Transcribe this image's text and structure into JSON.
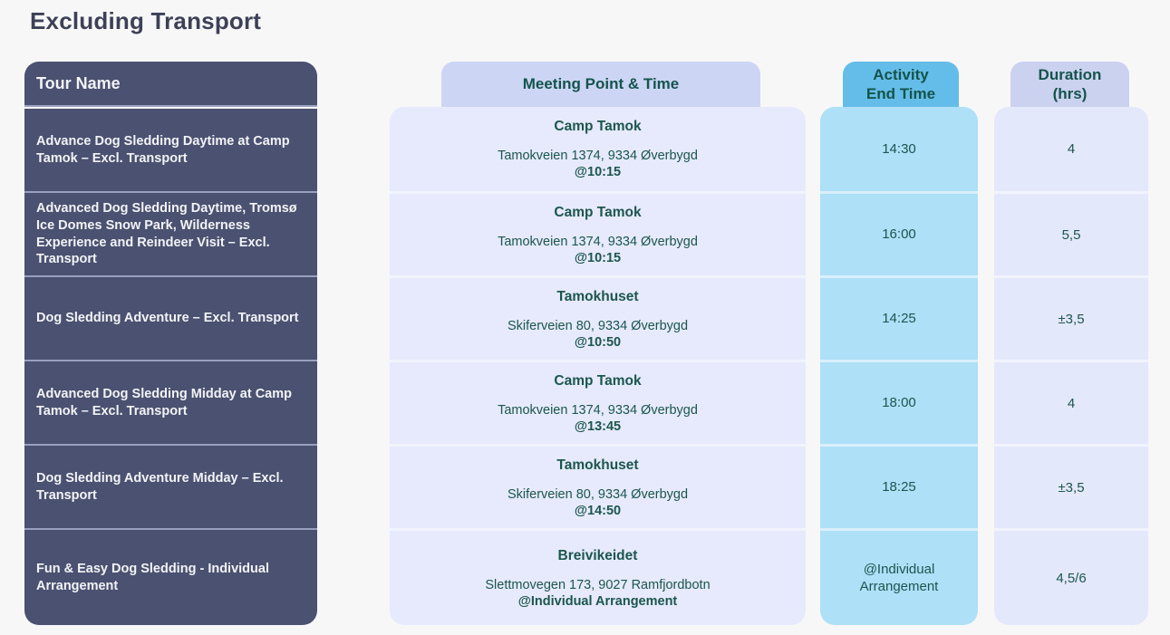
{
  "title": "Excluding Transport",
  "columns": {
    "tour": {
      "header": "Tour Name"
    },
    "meeting": {
      "header": "Meeting Point & Time"
    },
    "end": {
      "header_line1": "Activity",
      "header_line2": "End Time"
    },
    "duration": {
      "header_line1": "Duration",
      "header_line2": "(hrs)"
    }
  },
  "rows": [
    {
      "tour": "Advance Dog Sledding Daytime at Camp Tamok – Excl. Transport",
      "venue": "Camp Tamok",
      "address": "Tamokveien 1374, 9334 Øverbygd",
      "meet_time": "@10:15",
      "end_time": "14:30",
      "duration": "4"
    },
    {
      "tour": "Advanced Dog Sledding Daytime, Tromsø Ice Domes Snow Park, Wilderness Experience and Reindeer Visit – Excl. Transport",
      "venue": "Camp Tamok",
      "address": "Tamokveien 1374, 9334 Øverbygd",
      "meet_time": "@10:15",
      "end_time": "16:00",
      "duration": "5,5"
    },
    {
      "tour": "Dog Sledding Adventure – Excl. Transport",
      "venue": "Tamokhuset",
      "address": "Skiferveien 80, 9334 Øverbygd",
      "meet_time": "@10:50",
      "end_time": "14:25",
      "duration": "±3,5"
    },
    {
      "tour": "Advanced Dog Sledding Midday at Camp Tamok – Excl. Transport",
      "venue": "Camp Tamok",
      "address": "Tamokveien 1374, 9334 Øverbygd",
      "meet_time": "@13:45",
      "end_time": "18:00",
      "duration": "4"
    },
    {
      "tour": "Dog Sledding Adventure Midday – Excl. Transport",
      "venue": "Tamokhuset",
      "address": "Skiferveien 80, 9334 Øverbygd",
      "meet_time": "@14:50",
      "end_time": "18:25",
      "duration": "±3,5"
    },
    {
      "tour": "Fun & Easy Dog Sledding - Individual Arrangement",
      "venue": "Breivikeidet",
      "address": "Slettmovegen 173, 9027 Ramfjordbotn",
      "meet_time": "@Individual Arrangement",
      "end_time": "@Individual Arrangement",
      "duration": "4,5/6"
    }
  ],
  "colors": {
    "page_background": "#f7f7f8",
    "title_text": "#3d4156",
    "tour_column_bg": "#4b5170",
    "tour_separator": "#99a1bf",
    "meeting_header_bg": "#cdd5f4",
    "meeting_body_bg": "#e6eafc",
    "end_header_bg": "#64bde8",
    "end_body_bg": "#aee0f8",
    "duration_header_bg": "#cbd2ef",
    "duration_body_bg": "#e4e8fb",
    "cell_text_teal": "#1c564e"
  }
}
